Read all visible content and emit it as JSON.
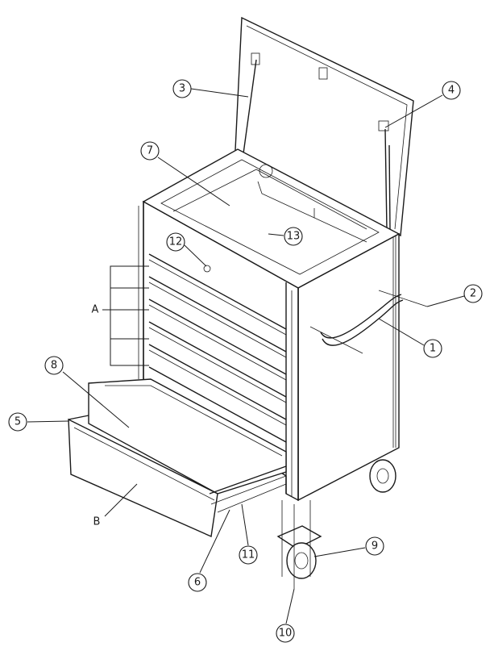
{
  "callouts": [
    {
      "id": "1",
      "text": "1"
    },
    {
      "id": "2",
      "text": "2"
    },
    {
      "id": "3",
      "text": "3"
    },
    {
      "id": "4",
      "text": "4"
    },
    {
      "id": "5",
      "text": "5"
    },
    {
      "id": "6",
      "text": "6"
    },
    {
      "id": "7",
      "text": "7"
    },
    {
      "id": "8",
      "text": "8"
    },
    {
      "id": "9",
      "text": "9"
    },
    {
      "id": "10",
      "text": "10"
    },
    {
      "id": "11",
      "text": "11"
    },
    {
      "id": "12",
      "text": "12"
    },
    {
      "id": "13",
      "text": "13"
    }
  ],
  "letters": {
    "a": "A",
    "b": "B"
  }
}
